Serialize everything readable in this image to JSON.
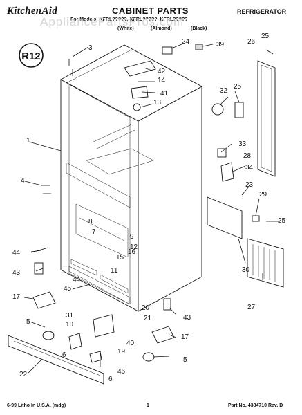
{
  "header": {
    "brand": "KitchenAid",
    "title": "CABINET PARTS",
    "category": "REFRIGERATOR",
    "models_line": "For Models: KFRL?????, KFRL?????, KFRL?????",
    "variants": [
      "(White)",
      "(Almond)",
      "(Black)"
    ]
  },
  "watermark": "AppliancePartsPros.com",
  "refrigerant_badge": "R12",
  "callouts": [
    "1",
    "3",
    "4",
    "5",
    "5",
    "6",
    "6",
    "7",
    "8",
    "9",
    "10",
    "11",
    "12",
    "13",
    "14",
    "15",
    "16",
    "17",
    "17",
    "19",
    "20",
    "21",
    "22",
    "23",
    "24",
    "25",
    "25",
    "25",
    "26",
    "27",
    "28",
    "29",
    "30",
    "31",
    "32",
    "33",
    "34",
    "39",
    "40",
    "41",
    "42",
    "43",
    "43",
    "44",
    "44",
    "45",
    "46"
  ],
  "footer": {
    "left": "6-99 Litho In U.S.A. (mdg)",
    "page": "1",
    "part_no": "Part No. 4384710 Rev. D"
  }
}
